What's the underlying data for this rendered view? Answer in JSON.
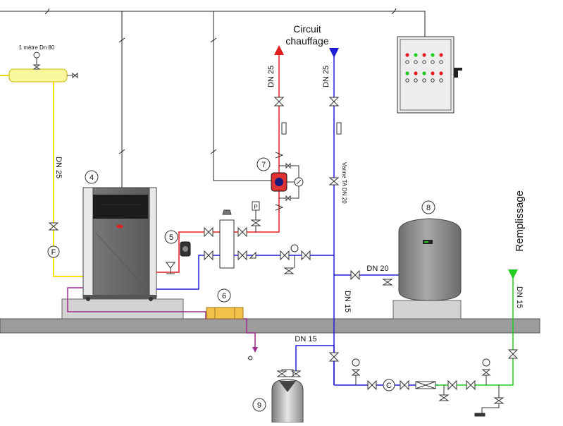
{
  "labels": {
    "circuit_line1": "Circuit",
    "circuit_line2": "chauffage",
    "remplissage": "Remplissage",
    "vent_label": "1 mètre Dn 80",
    "dn25_red": "DN 25",
    "dn25_blue": "DN 25",
    "dn25_yellow": "DN 25",
    "dn20": "DN 20",
    "dn15_main": "DN 15",
    "dn15_bottom": "DN 15",
    "dn15_green": "DN 15",
    "vanne_ta": "Vanne TA DN 20",
    "filter_f": "F",
    "counter_c": "C",
    "gauge_p": "P"
  },
  "components": {
    "n4": "4",
    "n5": "5",
    "n6": "6",
    "n7": "7",
    "n8": "8",
    "n9": "9"
  },
  "colors": {
    "supply": "#e02020",
    "return": "#1f1fd6",
    "gas": "#f2e400",
    "cold_water": "#22cc22",
    "drain": "#9b2d8f",
    "control": "#222222",
    "floor": "#9c9c9c",
    "boiler": "#6e6e6e",
    "tank": "#8c8c8c"
  }
}
